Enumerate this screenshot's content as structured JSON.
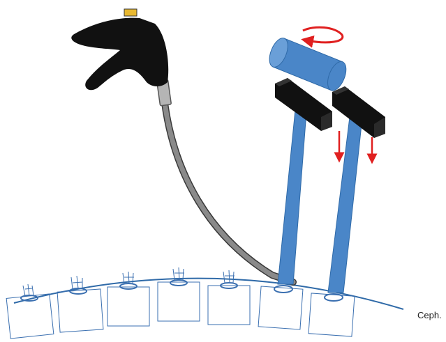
{
  "labels": {
    "direction": "Ceph."
  },
  "colors": {
    "implant_blue": "#4a86c8",
    "implant_stroke": "#2f6aa8",
    "handle_black": "#111111",
    "shaft_gray": "#8a8a8a",
    "arrow_red": "#e02020",
    "vertebra_outline": "#3a6fb0",
    "tip_gold": "#e8b830"
  },
  "icons": {
    "handle": "pistol-grip-insertion-tool",
    "rod": "cylindrical-rod",
    "rotation": "rotation-arrow",
    "compression": "down-arrow"
  }
}
